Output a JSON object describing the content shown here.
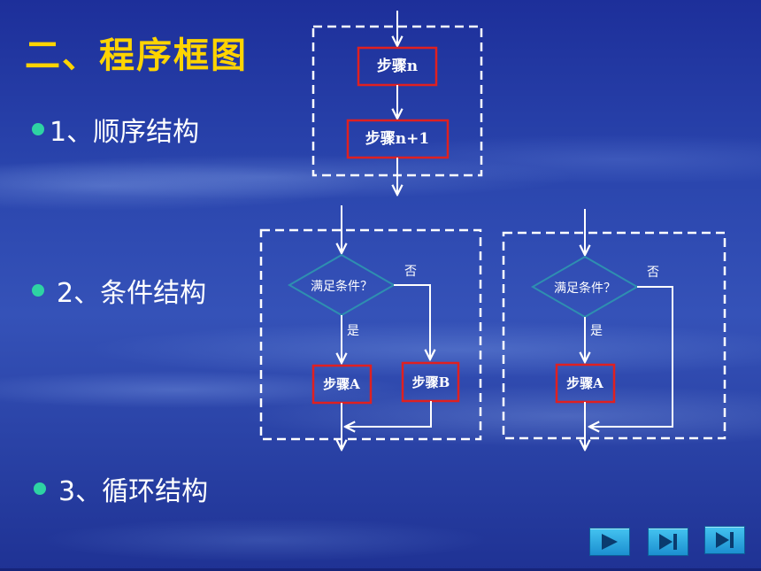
{
  "title": "二、程序框图",
  "bullets": [
    {
      "text": "1、顺序结构"
    },
    {
      "text": "2、条件结构"
    },
    {
      "text": "3、循环结构"
    }
  ],
  "sequence": {
    "step1": "步骤n",
    "step2": "步骤n+1"
  },
  "condition": {
    "decision": "满足条件？",
    "yes": "是",
    "no": "否",
    "step_a": "步骤A",
    "step_b": "步骤B"
  },
  "loop": {
    "decision": "满足条件？",
    "yes": "是",
    "no": "否",
    "step_a": "步骤A"
  },
  "colors": {
    "title": "#ffd400",
    "box_border": "#e02020",
    "decision_border": "#2e8fb0",
    "bullet_dot": "#2ed3a3",
    "lines": "#ffffff"
  },
  "nav": {
    "buttons": [
      "play-icon",
      "next-icon",
      "last-icon"
    ]
  }
}
